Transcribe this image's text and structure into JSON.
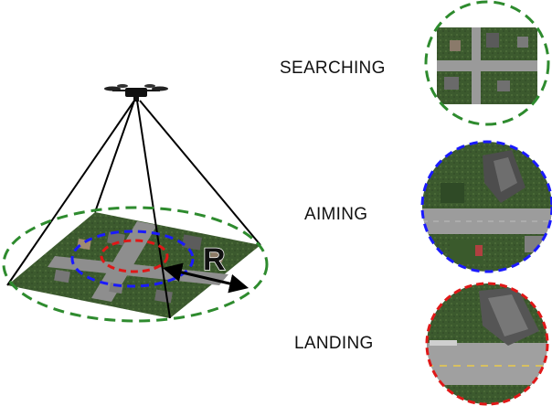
{
  "radius_label": "R",
  "phases": [
    {
      "label": "SEARCHING",
      "ring_color": "#2e8b2e"
    },
    {
      "label": "AIMING",
      "ring_color": "#1a1aff"
    },
    {
      "label": "LANDING",
      "ring_color": "#e01818"
    }
  ],
  "colors": {
    "search_ring": "#2e8b2e",
    "aim_ring": "#1a1aff",
    "land_ring": "#e01818",
    "lines": "#000000"
  },
  "icons": [
    "drone-icon",
    "radius-arrow-icon"
  ]
}
